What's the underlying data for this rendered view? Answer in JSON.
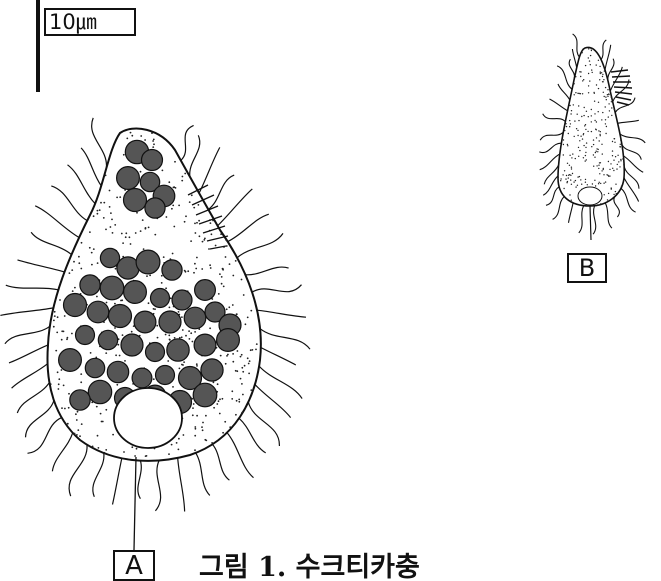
{
  "scale_bar": {
    "label": "10㎛"
  },
  "figure": {
    "label_a": "A",
    "label_b": "B",
    "caption": "그림 1. 수크티카충"
  }
}
